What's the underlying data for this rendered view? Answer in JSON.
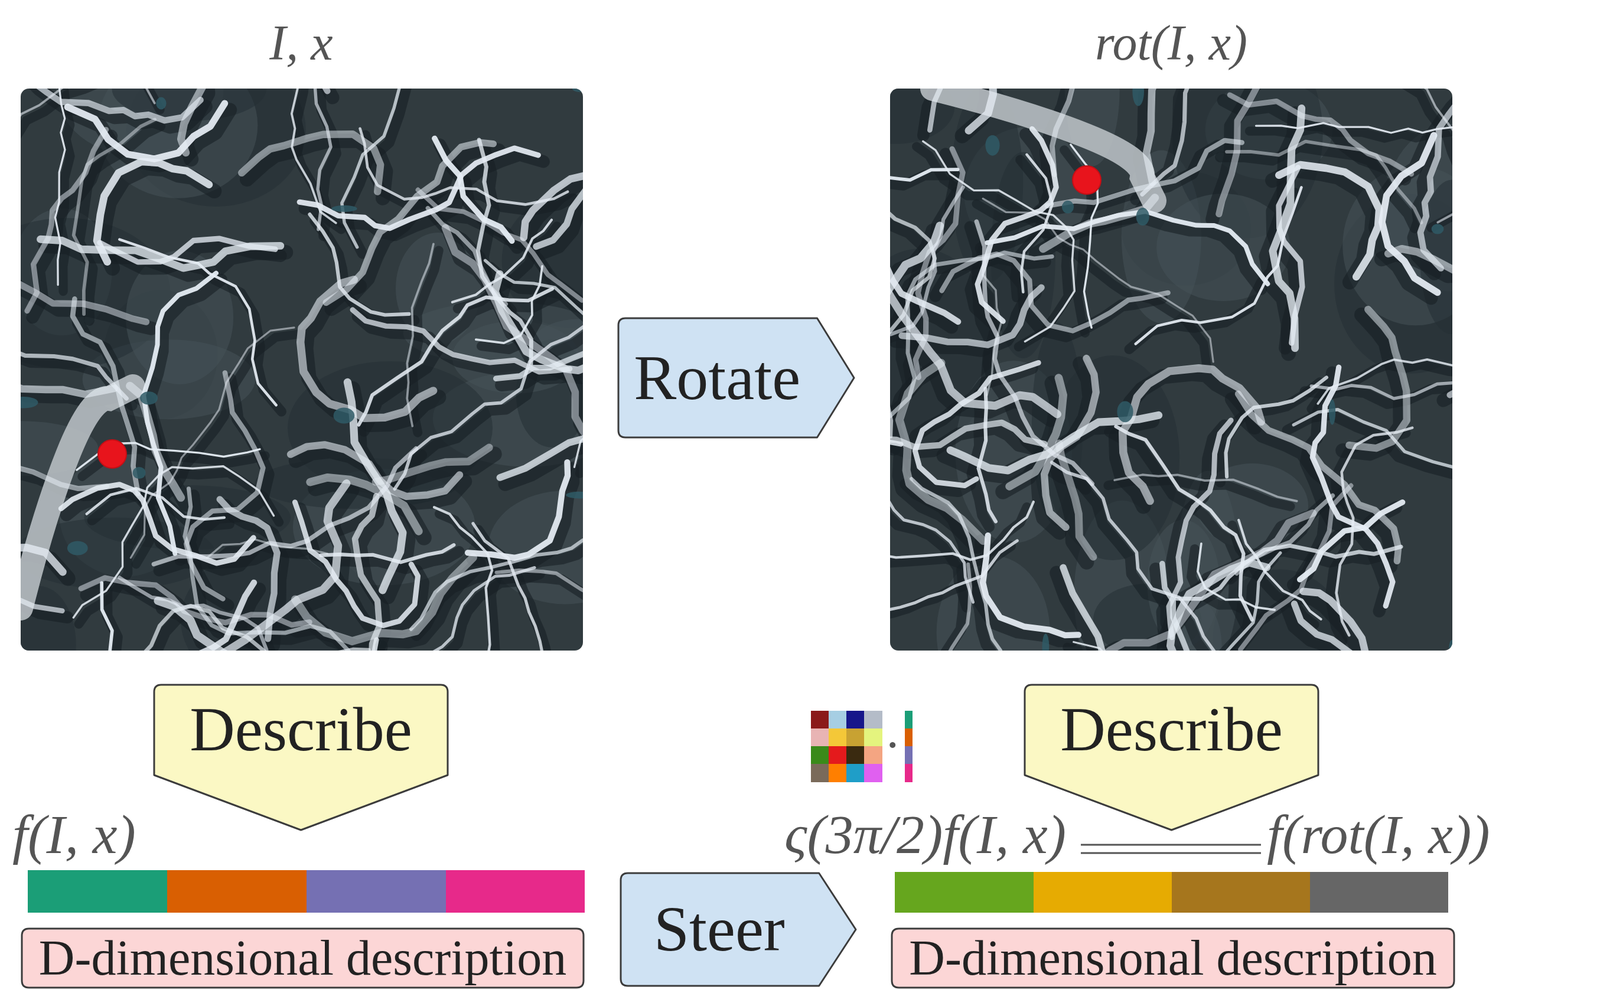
{
  "diagram": {
    "nodes": [
      {
        "text": [
          "Rotate"
        ]
      },
      {
        "text": [
          "Describe"
        ]
      },
      {
        "text": [
          "Describe"
        ]
      },
      {
        "text": [
          "Steer"
        ]
      },
      {
        "text": [
          "D-dimensional description"
        ]
      },
      {
        "text": [
          "D-dimensional description"
        ]
      }
    ],
    "labels": [
      "I, x",
      "rot(I, x)",
      "f(I, x)",
      "·",
      "ς(3π/2)f(I, x)",
      "f(rot(I, x))"
    ]
  }
}
